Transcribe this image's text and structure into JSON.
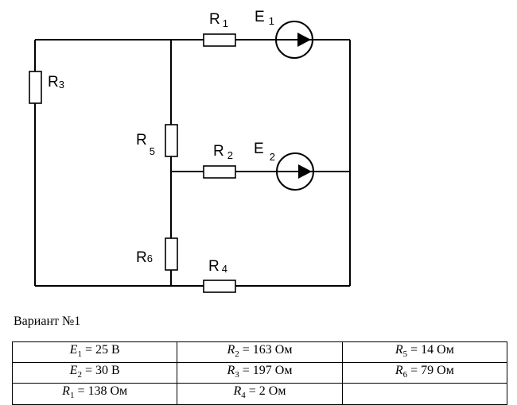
{
  "circuit": {
    "labels": {
      "R1": {
        "letter": "R",
        "index": "1"
      },
      "E1": {
        "letter": "E",
        "index": "1"
      },
      "R2": {
        "letter": "R",
        "index": "2"
      },
      "E2": {
        "letter": "E",
        "index": "2"
      },
      "R3": {
        "letter": "R",
        "index": "3"
      },
      "R4": {
        "letter": "R",
        "index": "4"
      },
      "R5": {
        "letter": "R",
        "index": "5"
      },
      "R6": {
        "letter": "R",
        "index": "6"
      }
    }
  },
  "variant": {
    "label": "Вариант №1"
  },
  "params": {
    "rows": [
      [
        {
          "var": "E",
          "sub": "1",
          "value": "= 25 B"
        },
        {
          "var": "R",
          "sub": "2",
          "value": "= 163 Ом"
        },
        {
          "var": "R",
          "sub": "5",
          "value": "= 14 Ом"
        }
      ],
      [
        {
          "var": "E",
          "sub": "2",
          "value": "= 30 B"
        },
        {
          "var": "R",
          "sub": "3",
          "value": "= 197 Ом"
        },
        {
          "var": "R",
          "sub": "6",
          "value": "= 79 Ом"
        }
      ],
      [
        {
          "var": "R",
          "sub": "1",
          "value": "= 138 Ом"
        },
        {
          "var": "R",
          "sub": "4",
          "value": "= 2 Ом"
        },
        {
          "var": "",
          "sub": "",
          "value": ""
        }
      ]
    ]
  }
}
